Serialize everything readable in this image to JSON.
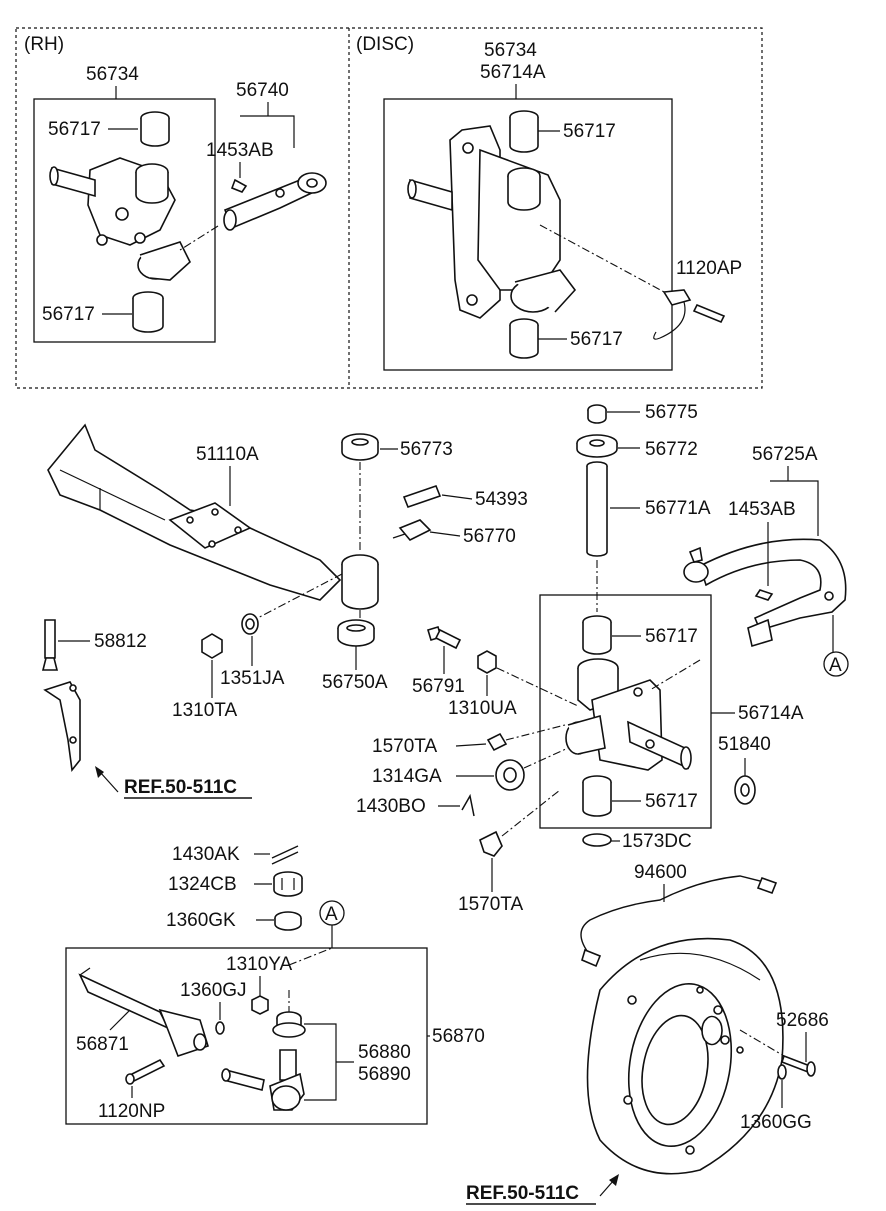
{
  "sections": {
    "rh": "(RH)",
    "disc": "(DISC)"
  },
  "labels": {
    "rh_56734": "56734",
    "rh_56717_top": "56717",
    "rh_56717_bot": "56717",
    "rh_56740": "56740",
    "rh_1453AB": "1453AB",
    "disc_56734": "56734",
    "disc_56714A": "56714A",
    "disc_56717_top": "56717",
    "disc_56717_bot": "56717",
    "disc_1120AP": "1120AP",
    "p51110A": "51110A",
    "p56773": "56773",
    "p54393": "54393",
    "p56770": "56770",
    "p58812": "58812",
    "p1351JA": "1351JA",
    "p56750A": "56750A",
    "p1310TA": "1310TA",
    "p56775": "56775",
    "p56772": "56772",
    "p56771A": "56771A",
    "p56725A": "56725A",
    "p1453AB": "1453AB",
    "p56717_a": "56717",
    "p56791": "56791",
    "p1310UA": "1310UA",
    "p56714A": "56714A",
    "p1570TA_a": "1570TA",
    "p51840": "51840",
    "p1314GA": "1314GA",
    "p1430BO": "1430BO",
    "p56717_b": "56717",
    "p1573DC": "1573DC",
    "p1430AK": "1430AK",
    "p1324CB": "1324CB",
    "p1570TA_b": "1570TA",
    "p94600": "94600",
    "p1360GK": "1360GK",
    "p1310YA": "1310YA",
    "p1360GJ": "1360GJ",
    "p56870": "56870",
    "p56871": "56871",
    "p56880": "56880",
    "p56890": "56890",
    "p1120NP": "1120NP",
    "p52686": "52686",
    "p1360GG": "1360GG"
  },
  "callouts": {
    "a_right": "A",
    "a_lower": "A"
  },
  "references": {
    "ref_left": "REF.50-511C",
    "ref_bottom": "REF.50-511C"
  }
}
